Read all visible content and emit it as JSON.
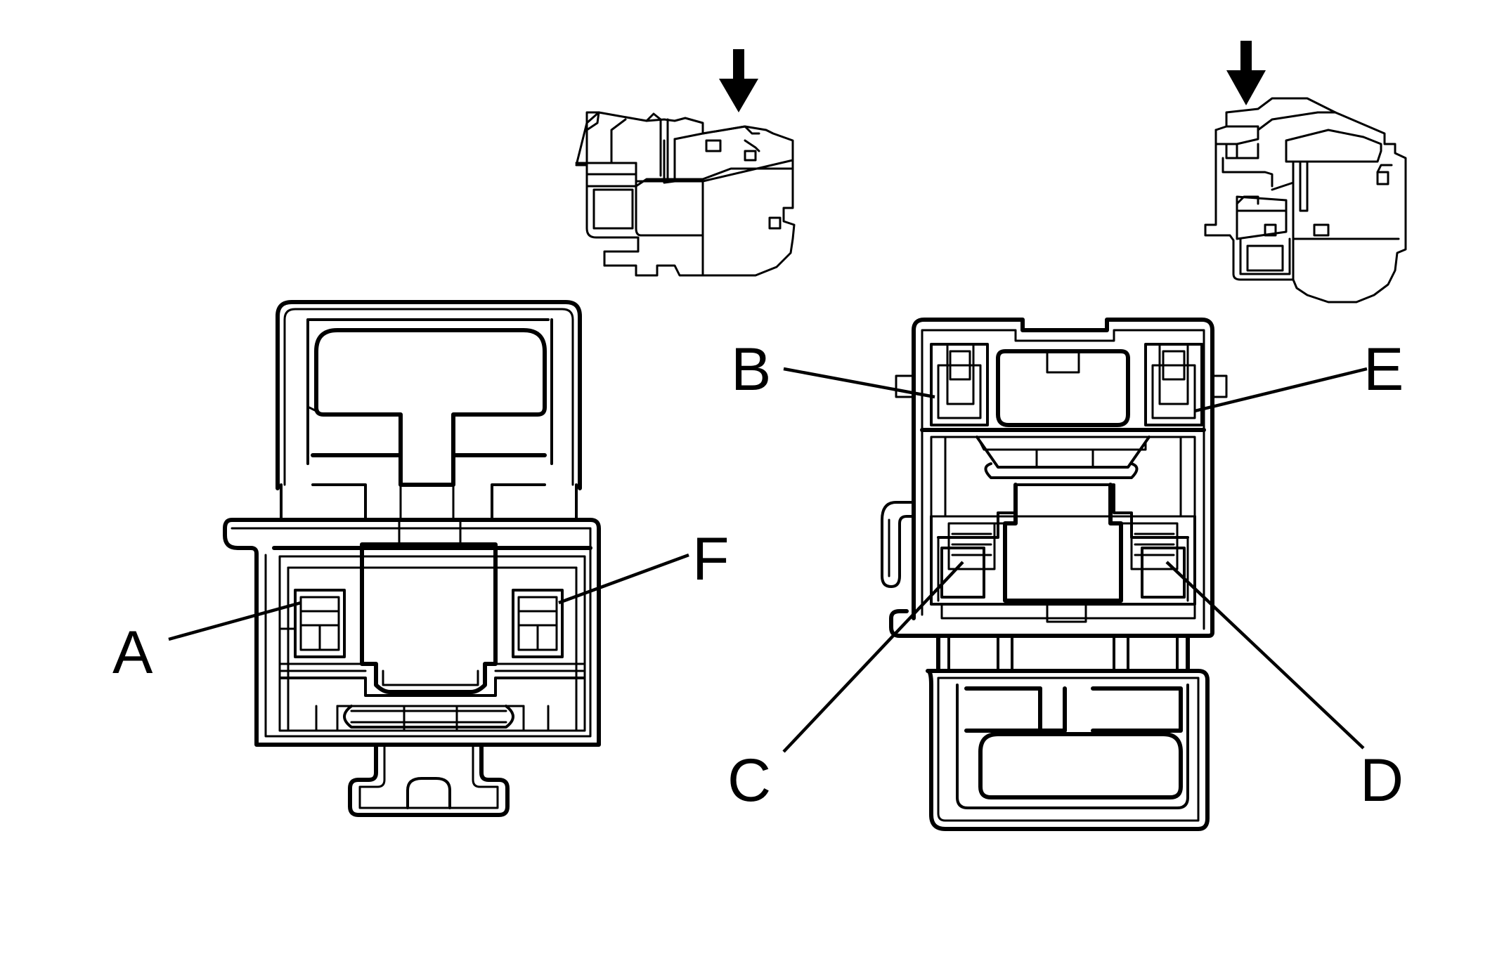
{
  "colors": {
    "line": "#000000",
    "background": "#ffffff"
  },
  "labels": {
    "a": "A",
    "b": "B",
    "c": "C",
    "d": "D",
    "e": "E",
    "f": "F"
  },
  "icons": [
    "arrow-down-icon",
    "arrow-down-icon"
  ]
}
